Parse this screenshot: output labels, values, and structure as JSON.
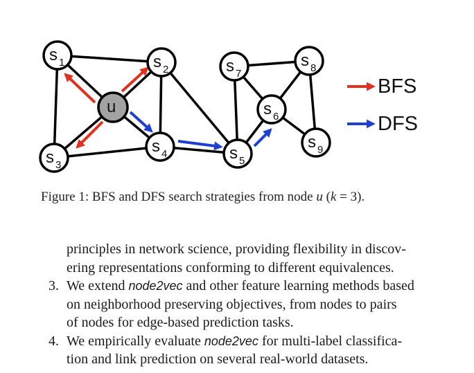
{
  "figure": {
    "nodes": {
      "u": {
        "label": "u"
      },
      "s1": {
        "letter": "s",
        "sub": "1"
      },
      "s2": {
        "letter": "s",
        "sub": "2"
      },
      "s3": {
        "letter": "s",
        "sub": "3"
      },
      "s4": {
        "letter": "s",
        "sub": "4"
      },
      "s5": {
        "letter": "s",
        "sub": "5"
      },
      "s6": {
        "letter": "s",
        "sub": "6"
      },
      "s7": {
        "letter": "s",
        "sub": "7"
      },
      "s8": {
        "letter": "s",
        "sub": "8"
      },
      "s9": {
        "letter": "s",
        "sub": "9"
      }
    },
    "legend": {
      "bfs_label": "BFS",
      "dfs_label": "DFS"
    },
    "colors": {
      "bfs": "#e0301e",
      "dfs": "#1f3fd0",
      "center_node": "#a3a3a3"
    }
  },
  "caption": {
    "prefix": "Figure 1: BFS and DFS search strategies from node ",
    "node_var": "u",
    "paren_open": " (",
    "k_var": "k",
    "equals": " = 3)."
  },
  "body": {
    "continuation": [
      "principles in network science, providing flexibility in discov-",
      "ering representations conforming to different equivalences."
    ],
    "item3": {
      "number": "3.",
      "line1_a": "We extend ",
      "line1_em": "node2vec",
      "line1_b": " and other feature learning methods based",
      "line2": "on neighborhood preserving objectives, from nodes to pairs",
      "line3": "of nodes for edge-based prediction tasks."
    },
    "item4": {
      "number": "4.",
      "line1_a": "We empirically evaluate ",
      "line1_em": "node2vec",
      "line1_b": " for multi-label classifica-",
      "line2": "tion and link prediction on several real-world datasets."
    }
  }
}
